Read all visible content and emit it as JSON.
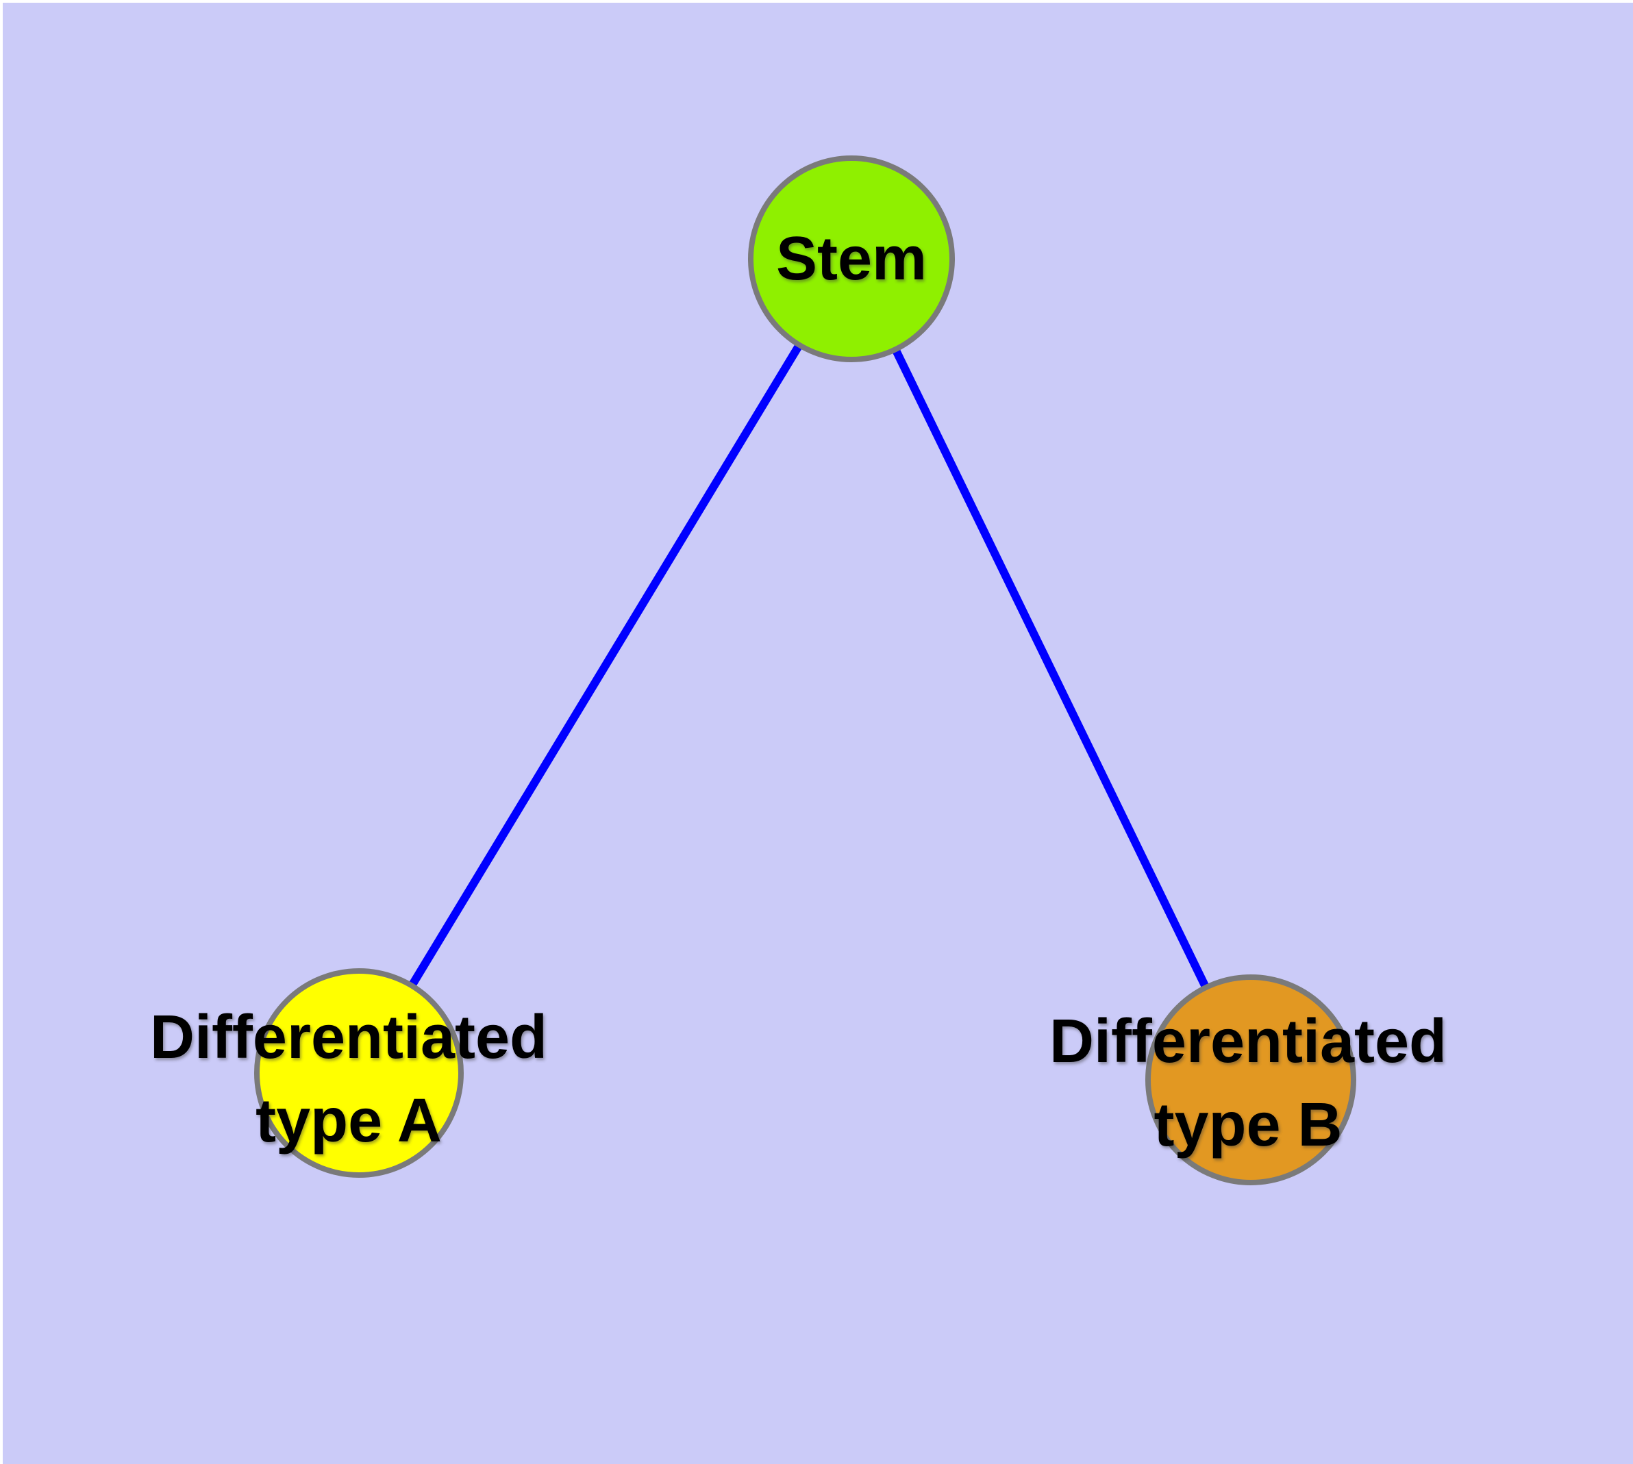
{
  "diagram": {
    "type": "graph",
    "background_color": "#cbcbf8",
    "node_border_color": "#7a7a7a",
    "text_color": "#000000",
    "edge_color": "#0000ff",
    "nodes": [
      {
        "id": "stem",
        "label": "Stem",
        "label_lines": [
          "Stem"
        ],
        "fill": "#8ff000",
        "shape": "circle"
      },
      {
        "id": "differentiated-type-a",
        "label": "Differentiated type A",
        "label_lines": [
          "Differentiated",
          "type A"
        ],
        "fill": "#ffff00",
        "shape": "circle"
      },
      {
        "id": "differentiated-type-b",
        "label": "Differentiated type B",
        "label_lines": [
          "Differentiated",
          "type B"
        ],
        "fill": "#e29822",
        "shape": "circle"
      }
    ],
    "edges": [
      {
        "from": "stem",
        "to": "differentiated-type-a",
        "color": "#0000ff"
      },
      {
        "from": "stem",
        "to": "differentiated-type-b",
        "color": "#0000ff"
      }
    ]
  }
}
